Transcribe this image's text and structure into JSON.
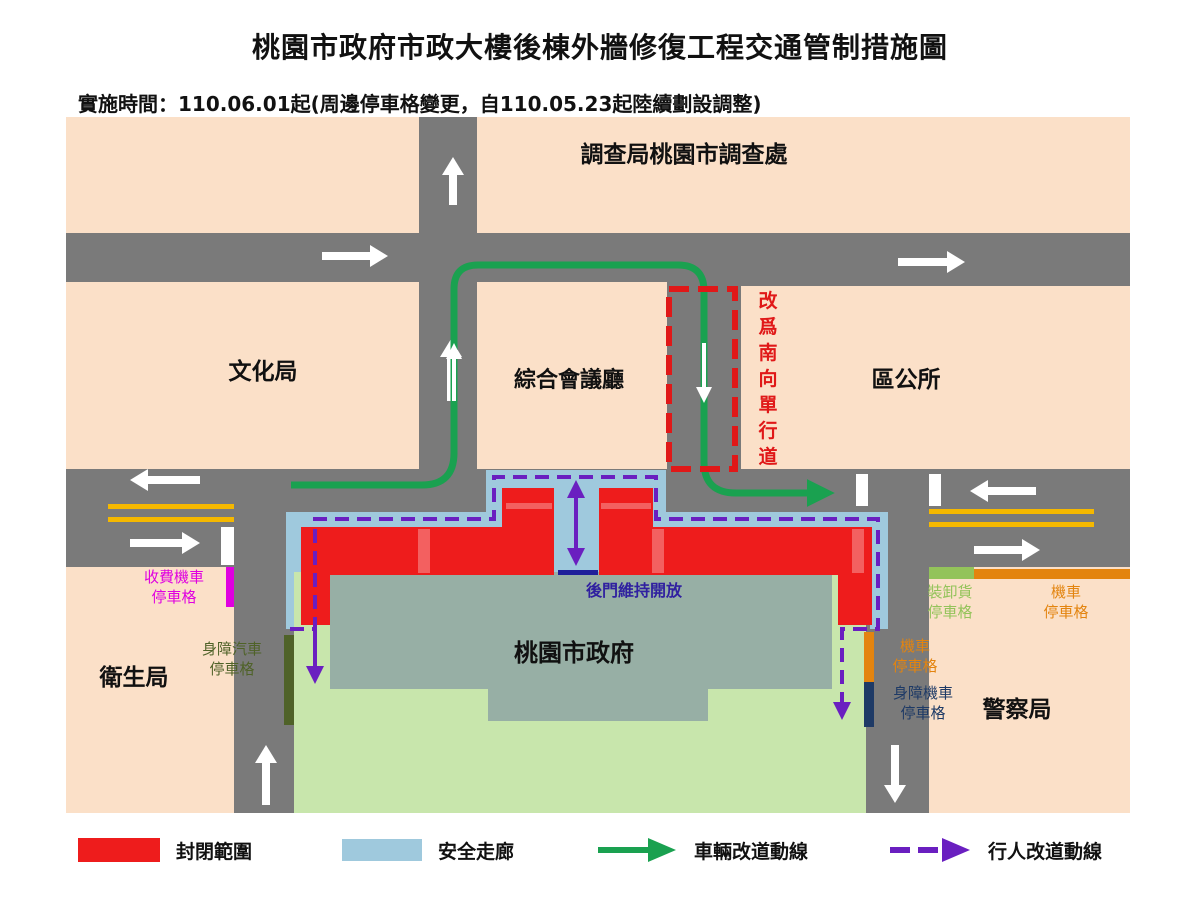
{
  "title": "桃園市政府市政大樓後棟外牆修復工程交通管制措施圖",
  "subtitle": "實施時間：110.06.01起(周邊停車格變更，自110.05.23起陸續劃設調整)",
  "buildings": {
    "investigation": "調查局桃園市調查處",
    "culture": "文化局",
    "conference": "綜合會議廳",
    "district": "區公所",
    "health": "衛生局",
    "city_gov": "桃園市政府",
    "police": "警察局"
  },
  "one_way_note": [
    "改",
    "爲",
    "南",
    "向",
    "單",
    "行",
    "道"
  ],
  "back_gate": "後門維持開放",
  "parking": {
    "paid_moto": [
      "收費機車",
      "停車格"
    ],
    "disabled_car": [
      "身障汽車",
      "停車格"
    ],
    "loading": [
      "裝卸貨",
      "停車格"
    ],
    "moto_east": [
      "機車",
      "停車格"
    ],
    "moto_near": [
      "機車",
      "停車格"
    ],
    "disabled_moto": [
      "身障機車",
      "停車格"
    ]
  },
  "legend": {
    "closed": "封閉範圍",
    "corridor": "安全走廊",
    "vehicle": "車輛改道動線",
    "pedestrian": "行人改道動線"
  },
  "colors": {
    "closed": "#ee1c1c",
    "corridor": "#9fc9dd",
    "vehicle_route": "#1aa150",
    "pedestrian_route": "#6a1fc0",
    "road": "#7a7a7a",
    "block": "#fbe0c8",
    "plaza": "#c8e6ac",
    "building": "#97afa5",
    "one_way_text": "#e01818",
    "paid_moto": "#e000e0",
    "disabled_car": "#4f6228",
    "loading": "#93c35a",
    "moto": "#e3840f",
    "disabled_moto": "#1e3a66",
    "back_gate_text": "#3020a0",
    "center_line": "#f5b800"
  },
  "icons": [
    "arrow-up-icon",
    "arrow-right-icon",
    "arrow-left-icon",
    "arrow-down-icon"
  ]
}
